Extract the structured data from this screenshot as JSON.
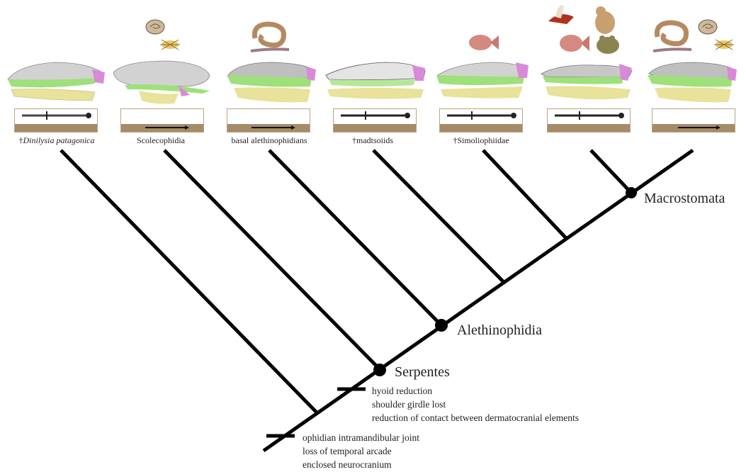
{
  "taxa": [
    {
      "label": "†",
      "label_italic": "Dinilysia patagonica",
      "italic": true
    },
    {
      "label": "Scolecophidia"
    },
    {
      "label": "basal alethinophidians"
    },
    {
      "label": "†madtsoiids"
    },
    {
      "label": "†Simoliophiidae"
    },
    {
      "label": ""
    },
    {
      "label": ""
    }
  ],
  "nodes": {
    "macrostomata": "Macrostomata",
    "alethinophidia": "Alethinophidia",
    "serpentes": "Serpentes"
  },
  "characters": {
    "serpentes": [
      "hyoid reduction",
      "shoulder girdle lost",
      "reduction of contact between dermatocranial elements"
    ],
    "ophidia": [
      "ophidian intramandibular joint",
      "loss of temporal arcade",
      "enclosed neurocranium"
    ]
  },
  "colors": {
    "neurocranium": "#d2d2d2",
    "maxilla": "#9ee07a",
    "mandible": "#e8e29a",
    "quadrate": "#d88ad8",
    "ground": "#a58b68",
    "branch": "#000000"
  }
}
